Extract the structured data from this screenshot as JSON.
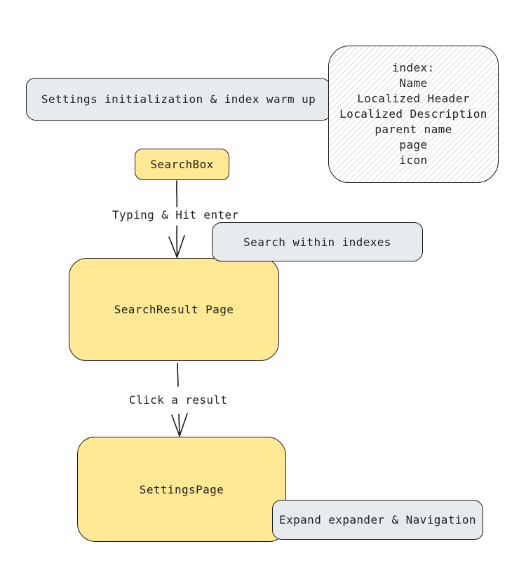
{
  "colors": {
    "node_yellow": "#ffe994",
    "node_gray": "#e8ebee",
    "stroke": "#1b1b1b",
    "hatch_line": "#e6e6e6",
    "background": "#ffffff"
  },
  "nodes": {
    "warmup": {
      "label": "Settings initialization & index warm up"
    },
    "index_note": {
      "lines": [
        "index:",
        "Name",
        "Localized Header",
        "Localized Description",
        "parent name",
        "page",
        "icon"
      ]
    },
    "searchbox": {
      "label": "SearchBox"
    },
    "search_within": {
      "label": "Search within indexes"
    },
    "searchresult": {
      "label": "SearchResult Page"
    },
    "settingspage": {
      "label": "SettingsPage"
    },
    "expand": {
      "label": "Expand expander & Navigation"
    }
  },
  "edges": [
    {
      "from": "SearchBox",
      "to": "SearchResult Page",
      "label": "Typing & Hit enter"
    },
    {
      "from": "SearchResult Page",
      "to": "SettingsPage",
      "label": "Click a result"
    }
  ]
}
